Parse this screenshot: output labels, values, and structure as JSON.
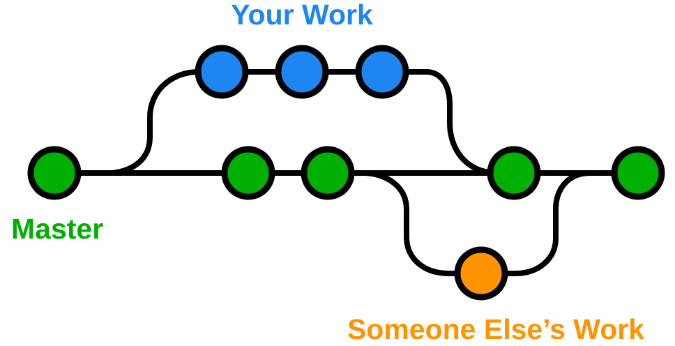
{
  "diagram": {
    "labels": {
      "your_work": "Your Work",
      "master": "Master",
      "someone_elses_work": "Someone Else’s Work"
    },
    "colors": {
      "blue": "#1E86F0",
      "green": "#00B000",
      "orange": "#FF9300",
      "line": "#000000",
      "background": "#FFFFFF"
    },
    "branches": [
      {
        "label": "Master",
        "color": "#00B000",
        "commit_count": 5
      },
      {
        "label": "Your Work",
        "color": "#1E86F0",
        "commit_count": 3
      },
      {
        "label": "Someone Else’s Work",
        "color": "#FF9300",
        "commit_count": 1
      }
    ]
  }
}
